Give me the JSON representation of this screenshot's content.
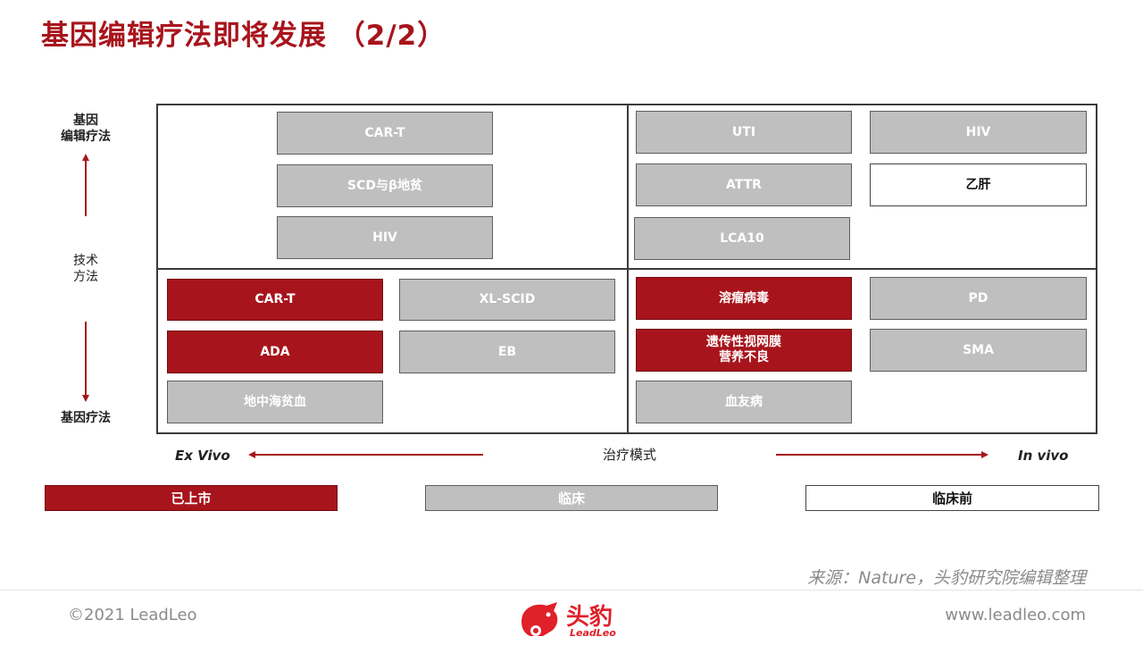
{
  "title": "基因编辑疗法即将发展 （2/2）",
  "y_axis": {
    "top_label": [
      "基因",
      "编辑疗法"
    ],
    "middle_label": [
      "技术",
      "方法"
    ],
    "bottom_label": "基因疗法"
  },
  "x_axis": {
    "left_label": "Ex Vivo",
    "middle_label": "治疗模式",
    "right_label": "In vivo"
  },
  "quadrants": {
    "top_left": [
      "CAR-T",
      "SCD与β地贫",
      "HIV"
    ],
    "top_right": [
      "UTI",
      "HIV",
      "ATTR",
      "乙肝",
      "LCA10"
    ],
    "bottom_left": [
      "CAR-T",
      "XL-SCID",
      "ADA",
      "EB",
      "地中海贫血"
    ],
    "bottom_right": [
      "溶瘤病毒",
      "PD",
      "遗传性视网膜",
      "营养不良",
      "SMA",
      "血友病"
    ]
  },
  "legend": {
    "marketed": "已上市",
    "clinical": "临床",
    "preclinical": "临床前"
  },
  "colors": {
    "marketed": "#a8141c",
    "clinical": "#bfbfbf",
    "preclinical": "#ffffff"
  },
  "source": "来源：Nature，头豹研究院编辑整理",
  "footer": {
    "copyright": "©2021 LeadLeo",
    "website": "www.leadleo.com",
    "logo_text": "头豹",
    "logo_sub": "LeadLeo"
  }
}
